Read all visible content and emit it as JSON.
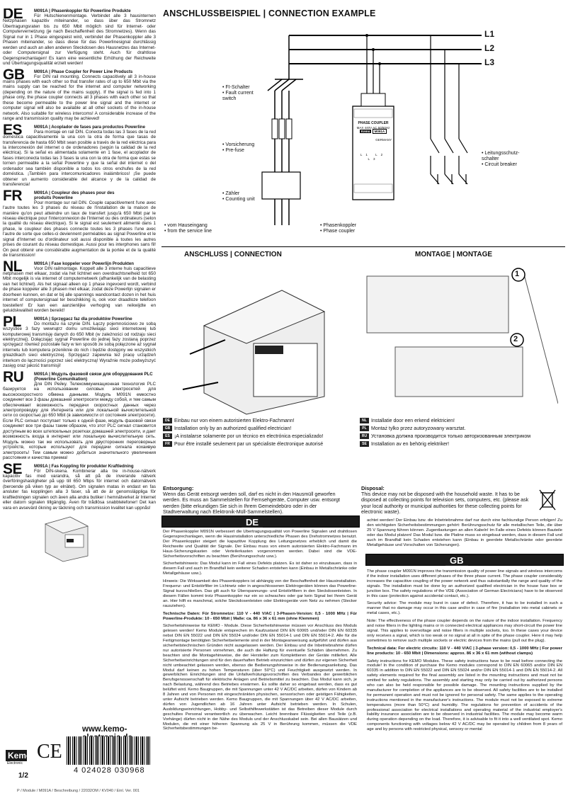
{
  "left": {
    "langs": [
      {
        "code": "DE",
        "head": "M091A | Phasenkoppler für Powerline Produkte",
        "body": "Für Hutschienenmontage. Verbindet alle 3 hausinternen Netzphasen kapazitiv miteinander, so dass über das Stromnetz Übertragungsraten bis zu 650 Mbit möglich sind für Internet- oder Computervernetzung (je nach Beschaffenheit des Stromnetzes). Wenn das Signal nur in 1 Phase eingespeist wird, verbindet der Phasenkoppler alle 3 Phasen miteinander, so dass diese für das Powerlinesignal durchlässig werden und auch an allen anderen Steckdosen des Hausnetzes das Internet- oder Computersignal zur Verfügung steht. Auch für drahtlose Gegensprechanlagen! Es kann eine wesentliche Erhöhung der Reichweite und Übertragungsqualität erzielt werden!"
      },
      {
        "code": "GB",
        "head": "M091A | Phase Coupler for Power Line Products",
        "body": "For DIN rail mounting. Connects capacitively all 3 in-house mains phases with each other so that transfer rates of up to 650 Mbit via the mains supply can be reached for the internet and computer networking (depending on the nature of the mains supply). If the signal is fed into 1 phase only, the phase coupler connects all 3 phases with each other so that these become permeable to the power line signal and the internet or computer signal will also be available at all other sockets of the in-house network. Also suitable for wireless intercoms! A considerable increase of the range and transmission quality may be achieved!"
      },
      {
        "code": "ES",
        "head": "M091A | Acoplador de fases para productos Powerline",
        "body": "Para montaje en rail DIN. Conecta todas las 3 fases de la red doméstica capacitivamente la una con la otra de forma que tasas de transferencia de hasta 650 Mbit sean posible a través de la red eléctrica para la interconexión del internet o de ordenadores (según la calidad de la red eléctrica). Si la señal es alimentada solamente en 1 fase, el acoplador de fases interconecta todas las 3 fases la una con la otra de forma que estas se tornen permeable a la señal Powerline y que la señal del internet o del ordenador sea también disponible a todos los otros enchufes de la red doméstica. ¡También para intercomunicadores inalámbricos! ¡Se puede obtener un aumento considerable del alcance y de la calidad de transferencia!"
      },
      {
        "code": "FR",
        "head": "M091A | Coupleur des phases pour des produits Powerline",
        "body": "Pour montage sur rail DIN. Couple capacitivement l'une avec l'autre toutes les 3 phases du réseau de l'installation de la maison de manière qu'on peut atteindre un taux de transfert jusqu'à 650 Mbit par le réseau électrique pour l'interconnexion de l'Internet ou des ordinateurs (selon la qualité du réseau électrique). Si le signal est seulement alimenté dans 1 phase, le coupleur des phases connecte toutes les 3 phases l'une avec l'autre de sorte que celles-ci deviennent perméables au signal Powerline et le signal d'Internet ou d'ordinateur soit aussi disponible à toutes les autres prises de courant du réseau domestique. Aussi pour les interphones sans fil! On peut obtenir une considérable augmentation de la portée et de la qualité de transmission!"
      },
      {
        "code": "NL",
        "head": "M091A | Fase koppeler voor Powerlijn Produkten",
        "body": "Voor DIN railmontage. Koppelt alle 3 interne huis capacitieve netphasen met elkaar, zodat via het lichtnet een overdrachtsnelheid tot 650 Mbit mogelijk is via internet of computernetwerk (afhankelijk van de belasting van het lichtnet). Als het signaal alleen op 1 phase ingevoerd wordt, verbind de phase koppeler alle 3 phasen met elkaar, zodat deze Powerlijn signalen er doorheen kunnen, en dat er bij alle spannings wandcontact dozen in het huis internet of computersignaal ter beschikking is, ook voor draadloze telefoon toestellen! Er kan een aanzienlijke verhoging van reikwijdte en geluidskwaliteit worden bereikt!"
      },
      {
        "code": "PL",
        "head": "M091A | Sprzęgacz faz dla produktów Powerline",
        "body": "Do montażu na szynie DIN. Łączy pojemnościowo ze sobą wszystkie 3 fazy wewnątrz domu umożliwiając sieci internetowej lub komputerowej transmisję danych do 650 Mbit (w zależności od rodzaju sieci elektrycznej). Dołączając sygnał Powerline do jednej fazy zostaną poprzez sprzęgacz również pozostałe fazy w ten sposób ze sobą połączone aż sygnał internetu lub komputera przeniknie do nich i będzie dostępny we wszystkich gniazdkach sieci elektrycznej. Sprzęgacz zapewnia też pracę urządzeń interkom do łączności poprzez sieć elektryczną! Wyraźnie może podwyższyć zasięg oraz jakość transmisji!"
      },
      {
        "code": "RU",
        "head": "M091A | Модуль фазовой связи для оборудования PLC (Powerline Comunikation)",
        "body": "Для DIN Рейку. Телекоммуникационная технология PLC базируется на использовании силовых электросетей для высокоскоростного обмена данными. Модуль M091N емкостно соединяет все 3 фазы домашней электросети между собой, и тем самым обеспечивает возможность передачи скоростных данных через электропроводку для Интернета или для локальной вычислительной сети со скоростью до 650 Mbit (в зависимости от состояния электросети). Если PLC сигнал поступает только к одной фазе, модуль фазовой связи соединяет все три фазы таким образом, что этот PLC сигнал становится доступным во всех штепсельных розетках домашней электросети, и дает возможность входа в интернет или локальную вычислительную сеть. Модуль можно так же использовать для двусторонних переговорных устройств, которые используют для передачи сигнала кохаивую электросеть! Тем самым можно добиться значительного увеличения расстояния и качества приема!"
      },
      {
        "code": "SE",
        "head": "M091A | Fas Koppling för produkter Kraftledning",
        "body": "För DIN-skena. Kombinerar alla tre in-house-nätverk kapacitiv fas med varandra, så att på de inverande nätverk överföringshastigheter på upp till 650 Mbps för internet och datornätverk (beroende på viken typ av elnätet). Om signalen matas in endast en fas ansluter fas kopplingen alla 3 faser, så att de är genomsläppliga för kraftledningen signalen och även alla andra butiker i hemnätverket är Internet eller datorn signalen tillgänglig. Även för trådlösa snabbtelefoner! Det kan vara en avsevärd ökning av täckning och transmission kvalitet kan uppnås!"
      }
    ],
    "url": "www.kemo-electronic.de",
    "brand": "Kemo",
    "brand_sub": "Electronic",
    "ce": "CE",
    "barcode_number": "4 024028 030968",
    "page": "1/2",
    "footer": "P / Module / M091A / Beschreibung / 22032OM / KV040 / Einl. Ver. 001"
  },
  "right": {
    "title": "ANSCHLUSSBEISPIEL | CONNECTION EXAMPLE",
    "lines": [
      "L1",
      "L2",
      "L3"
    ],
    "labels": {
      "fi": [
        "• FI-Schalter",
        "• Fault current",
        "   switch"
      ],
      "fuse": [
        "• Vorsicherung",
        "• Pre-fuse"
      ],
      "meter": [
        "• Zähler",
        "• Counting unit"
      ],
      "house": [
        "• vom Hauseingang",
        "• from the service line"
      ],
      "coupler": [
        "• Phasenkoppler",
        "• Phase coupler"
      ],
      "breaker": [
        "• Leitungsschutz-",
        "   schalter",
        "• Circuit breaker"
      ]
    },
    "device": {
      "title": "PHASE COUPLER",
      "spec": "MAX 440V AC 50/60Hz",
      "brand": "Kemo",
      "model": "M091A",
      "country": "GERMANY",
      "terms": [
        "L1",
        "L2",
        "L3"
      ]
    },
    "anschluss": "ANSCHLUSS | CONNECTION",
    "montage": "MONTAGE | MONTAGE",
    "steps": [
      "1",
      "2"
    ],
    "install": [
      {
        "flag": "DE",
        "text": "Einbau nur von einem autorisierten Elektro-Fachmann!"
      },
      {
        "flag": "GB",
        "text": "Installation only by an authorized qualified electrician!"
      },
      {
        "flag": "ES",
        "text": "¡A instalarse solamente por un técnico en electrónica especializado!"
      },
      {
        "flag": "FR",
        "text": "Pour être installé seulement par un spécialiste électronique autorisé"
      },
      {
        "flag": "NL",
        "text": "Installatie door een erkend elektricien!"
      },
      {
        "flag": "PL",
        "text": "Montaż tylko przez autoryzowany warsztat."
      },
      {
        "flag": "RU",
        "text": "Установка должна производится только авторизованным электриком"
      },
      {
        "flag": "SE",
        "text": "Installation av en behörig elektriker!"
      }
    ],
    "disposal_de_head": "Entsorgung:",
    "disposal_de": "Wenn das Gerät entsorgt werden soll, darf es nicht in den Hausmüll geworfen werden. Es muss an Sammelstellen für Fernsehgeräte, Computer usw. entsorgt werden (bitte erkundigen Sie sich in Ihrem Gemeindebüro oder in der Stadtverwaltung nach Elektronik-Müll-Sammelstellen).",
    "disposal_gb_head": "Disposal:",
    "disposal_gb": "This device may not be disposed with the household waste. It has to be disposed at collecting points for television sets, computers, etc. (please ask your local authority or municipal authorities for these collecting points for electronic waste).",
    "band_de": "DE",
    "band_gb": "GB",
    "de_col1": [
      "Der Phasenkoppler M091N verbessert die Übertragungsqualität von Powerline Signalen und drahtlosen Gegensprechanlagen, wenn die Hausinstallation unterschiedliche Phasen des Drehstromnetzes benutzt. Der Phasenkoppler steigert die kapazitive Kopplung des Leitungsnetzes erheblich und damit die Reichweite und Qualität der Signale. Der Einbau muss von einem autorisierten Elektro-Fachmann im Haus-Sicherungskasten oder Verteilerkasten vorgenommen werden. Dabei sind die VDE-Sicherheitsvorschriften zu beachten (Berührungsschutz usw.).",
      "Sicherheitshinweis: Das Modul kann im Fall eines Defekts platzen. Es ist daher so einzubauen, dass in diesem Fall und auch im Brandfall kein weiterer Schaden entstehen kann (Einbau in Metallschränke oder Metallgehäuse usw.).",
      "Hinweis: Die Wirksamkeit des Phasenkopplers ist abhängig von der Beschaffenheit der Hausinstallation. Frequenz- und Entstörfilter im Lichtnetz oder in angeschlossenen Elektrogeräten können das Powerline-Signal kurzschließen. Das gilt auch für Überspannungs- und Entstörfiltern in den Steckdosenleisten. In diesem Fällen kommt trotz Phasenkoppler nur ein so schwaches oder gar kein Signal bei Ihrem Gerät an. Hier hilft es manchmal, solche Steckdosenleisten oder Elektrogeräte vom Netz zu nehmen (Stecker rausziehen).",
      "Technische Daten: Für Stromnetze: 110 V - 440 V/AC | 3-Phasen-Version: 0,5 - 1000 MHz | Für Powerline-Produkte: 10 - 650 Mbit | Maße: ca. 86 x 36 x 61 mm (ohne Klemmen)",
      "Sicherheitshinweise für KEMO - Module. Diese Sicherheitshinweise müssen vor Anschluss des Moduls gelesen werden! Kemo Module entsprechen im Kaufzustand DIN EN 60065 und/oder DIN EN 60335 nebst DIN EN 55022 und DIN EN 55024 und/oder DIN EN 55014-1 und DIN EN 55014-2. Alle für die Fertigmontage benötigten Sicherheitselemente sind in der Montageanweisung aufgeführt und dürfen aus sicherheitstechnischen Gründen nicht ausgelassen werden. Der Einbau und die Inbetriebnahme dürfen nur autorisierte Personen vornehmen, die auch die Haftung für eventuelle Schäden übernehmen. Zu beachten sind die Montagehinweise, die der Hersteller zum Komplettieren der Geräte mitliefert. Alle Sicherheitseinrichtungen sind für den dauerhaften Betrieb einzurichten und dürfen zur eigenen Sicherheit nicht umbeachtet gelassen werden, ebenso die Bedienungshinweise in der Bedienungsanleitung. Das Modul darf keinen zu hohen Temperaturen (über 50°C) und Feuchtigkeit ausgesetzt werden. In gewerblichen Einrichtungen sind die Unfallverhütungsvorschriften des Verbandes der gewerblichen Berufsgenossenschaft für elektrische Anlagen und Betriebsmittel zu beachten. Das Modul kann sich, je nach Belastung, während des Betriebes erwärmen. Es sollte daher so eingebaut werden, dass es gut belüftet wird. Kemo Baugruppen, die mit Spannungen unter 42 V AC/DC arbeiten, dürfen von Kindern ab 8 Jahren und von Personen mit eingeschränkten physischen, sensorischen oder geistigen Fähigkeiten, unter Aufsicht betrieben werden. Kemo Baugruppen, die mit Spannungen über 42 V AC/DC arbeiten, dürfen von Jugendlichen ab 16 Jahren unter Aufsicht betrieben werden. In Schulen, Ausbildungseinrichtungen, Hobby- und Selbsthilfewerkstätten ist das Betreiben dieser Module durch geschultes Personal verantwortlich zu überwachen. Leicht brennbare Flüssigkeiten und Teile (z.B. Vorhänge) dürfen nicht in der Nähe des Moduls und der Anschlusskabel sein. Bei allen Bausätzen und Modulen, die mit einer höheren Spannung als 25 V in Berührung kommen, müssen die VDE Sicherheitsbestimmungen be-"
    ],
    "de_col2": "achtet werden! Der Einbau bzw. die Inbetriebnahme darf nur durch eine fachkundige Person erfolgen! Zu den wichtigsten Sicherheitsbestimmungen gehört: Berührungsschutz für alle metallischen Teile, die über 25 V Spannung führen können. Zugentlastungen an allen Kabeln! Im Falle eines Defekts können Bauteile oder das Modul platzen! Das Modul bzw. die Platine muss so eingebaut werden, dass in diesem Fall und auch im Brandfall kein Schaden entstehen kann (Einbau in geerdete Metallschränke oder geerdete Metallgehäuse und Vorschalten von Sicherungen).",
    "gb_col2": [
      "The phase coupler M091N improves the transmission quality of power line signals and wireless intercoms if the indoor installation uses different phases of the three phase current. The phase coupler considerably increases the capacitive coupling of the power network and thus substantially the range and quality of the signals. The installation must be done by an authorized qualified electrician in the house fuse box or junction box. The safety regulations of the VDE (Association of German Electricians) have to be observed in this case (protection against accidental contact, etc.).",
      "Security advice: The module may burst in case of defect. Therefore, it has to be installed in such a manner that no damage may occur in this case and/or in case of fire (installation into metal cabinets or metal cases, etc.).",
      "Note: The effectiveness of the phase coupler depends on the nature of the indoor installation. Frequency and noise filters in the lighting mains or in connected electrical appliances may short-circuit the power line signal. This applies to overvoltage and noise filters in multiple sockets, too. In these cases your device only receives a signal, which is too weak or no signal at all in spite of the phase coupler. Here it may help sometimes to remove such multiple sockets or electric devices from the mains (pull out the plug).",
      "Technical data: For electric circuits: 110 V - 440 V/AC | 3-phase version: 0,5 - 1000 MHz | For power line products: 10 - 650 Mbit | Dimensions: approx. 86 x 36 x 61 mm (without clamps)",
      "Safety instructions for KEMO Modules. These safety instructions have to be read before connecting the module! In the condition of purchase the Kemo modules correspond to DIN EN 60065 and/or DIN EN 60335 in addition to DIN EN 55022 and DIN EN 55024 and/or DIN EN 55014-1 and DIN EN 55014-2. All safety elements required for the final assembly are listed in the mounting instructions and must not be omitted for safety regulations. The assembly and starting may only be carried out by authorized persons who can also be held responsible for possible damage. The mounting instructions supplied by the manufacturer for completion of the appliances are to be observed. All safety facilities are to be installed for permanent operation and must not be ignored for personal safety. The same applies to the operating instructions mentioned in the manufacturer's instructions. The module must not be exposed to extreme temperatures (more than 50°C) and humidity. The regulations for prevention of accidents of the professional association for electrical installations and operating material of the industrial employer's liability insurance association are to be observed in industrial facilities. The module may become warm during operation depending on the load. Therefore, it is advisable to fit it into a well ventilated spot. Kemo components functioning with voltages below 42 V AC/DC may be operated by children from 8 years of age and by persons with restricted physical, sensory or mental"
    ]
  }
}
